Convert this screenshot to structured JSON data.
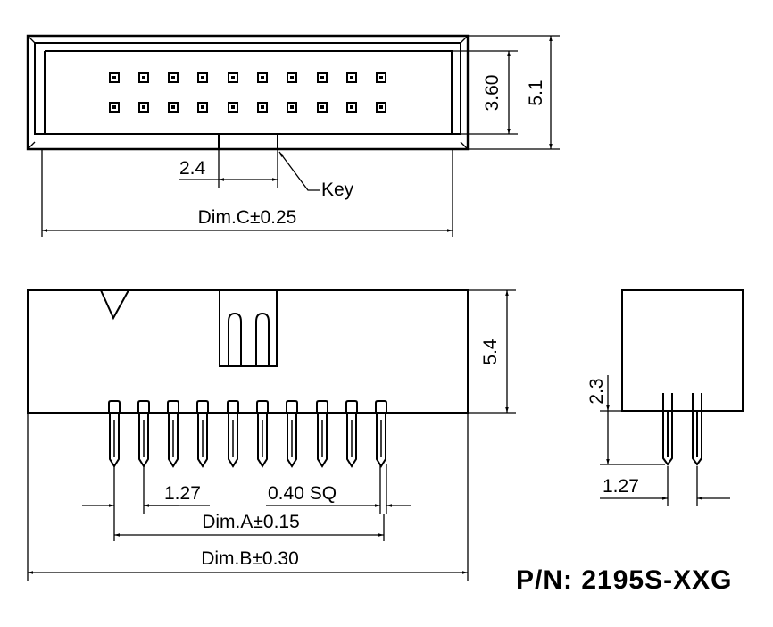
{
  "colors": {
    "line": "#000000",
    "background": "#ffffff"
  },
  "top_view": {
    "dim_height_inner": "3.60",
    "dim_height_outer": "5.1",
    "dim_key_width": "2.4",
    "key_label": "Key",
    "dim_c": "Dim.C±0.25"
  },
  "front_view": {
    "dim_height": "5.4",
    "dim_pitch": "1.27",
    "dim_pin_square": "0.40 SQ",
    "dim_a": "Dim.A±0.15",
    "dim_b": "Dim.B±0.30"
  },
  "side_view": {
    "dim_tail": "2.3",
    "dim_pitch": "1.27"
  },
  "part_number": "P/N: 2195S-XXG"
}
